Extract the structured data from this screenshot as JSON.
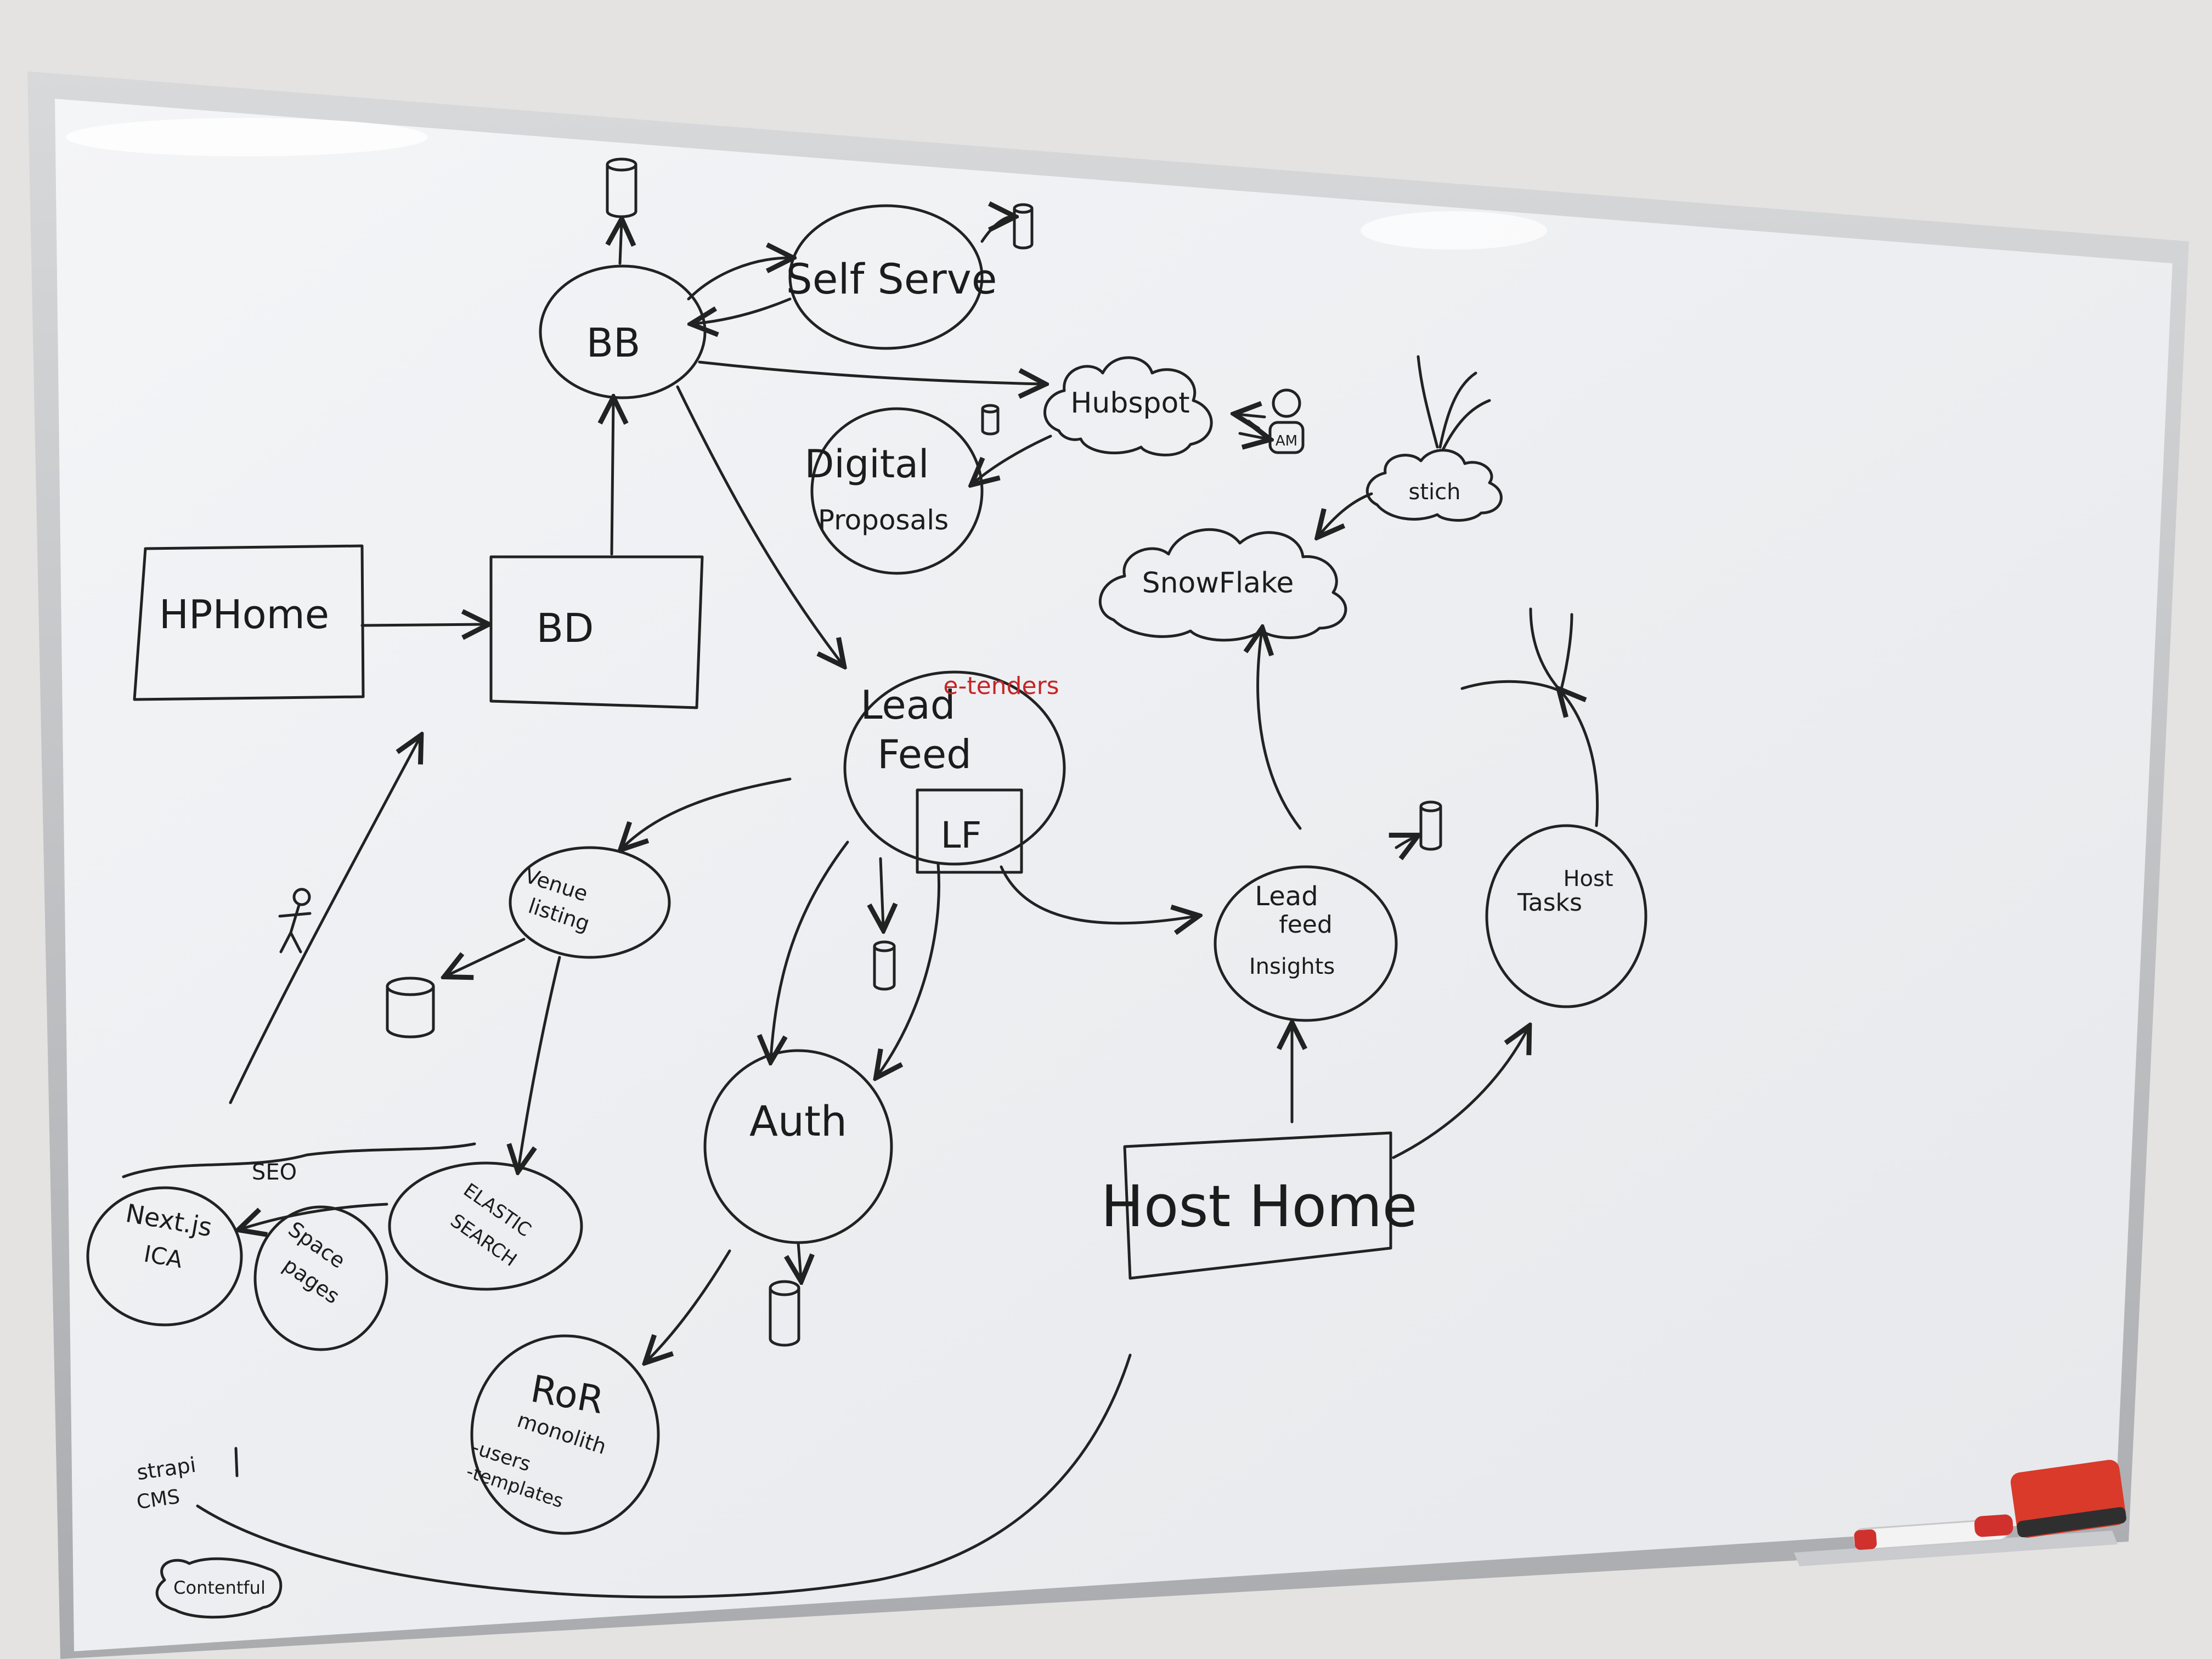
{
  "colors": {
    "wall": "#e4e3e1",
    "board_surface": "#f1f2f4",
    "frame": "#b9bbbe",
    "ink": "#1f1f1f",
    "red_ink": "#c72424",
    "eraser": "#d93a2a"
  },
  "nodes": {
    "bb_circle": "BB",
    "self_serve": "Self Serve",
    "hubspot": "Hubspot",
    "am": "AM",
    "stich": "stich",
    "digital_proposals_line1": "Digital",
    "digital_proposals_line2": "Proposals",
    "snowflake": "SnowFlake",
    "hp_home": "HPHome",
    "bd_box": "BD",
    "lead_feed_line1": "Lead",
    "lead_feed_line2": "Feed",
    "e_tenders": "e-tenders",
    "lf": "LF",
    "venue_listing_line1": "Venue",
    "venue_listing_line2": "listing",
    "lead_feed_insights_line1": "Lead",
    "lead_feed_insights_line2": "feed",
    "lead_feed_insights_line3": "Insights",
    "host_tasks_line1": "Host",
    "host_tasks_line2": "Tasks",
    "auth": "Auth",
    "host_home": "Host Home",
    "seo": "SEO",
    "nextjs_line1": "Next.js",
    "nextjs_line2": "ICA",
    "space_pages_line1": "Space",
    "space_pages_line2": "pages",
    "elastic_search_line1": "ELASTIC",
    "elastic_search_line2": "SEARCH",
    "ror_line1": "RoR",
    "ror_line2": "monolith",
    "ror_line3": "-users",
    "ror_line4": "-templates",
    "strapi_line1": "strapi",
    "strapi_line2": "CMS",
    "contentful": "Contentful"
  }
}
